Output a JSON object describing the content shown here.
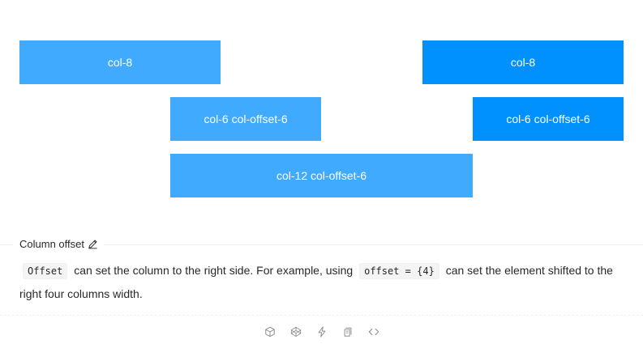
{
  "demo": {
    "row1": {
      "left": "col-8",
      "right": "col-8"
    },
    "row2": {
      "left": "col-6 col-offset-6",
      "right": "col-6 col-offset-6"
    },
    "row3": {
      "left": "col-12 col-offset-6"
    }
  },
  "section": {
    "title": "Column offset",
    "desc_code1": "Offset",
    "desc_text1": "can set the column to the right side. For example, using",
    "desc_code2": "offset = {4}",
    "desc_text2": "can set the element shifted to the right four columns width."
  },
  "actions": [
    "codesandbox-icon",
    "codepen-icon",
    "stackblitz-icon",
    "copy-icon",
    "expand-code-icon"
  ],
  "colors": {
    "light": "#40aaff",
    "dark": "#0091ff"
  }
}
